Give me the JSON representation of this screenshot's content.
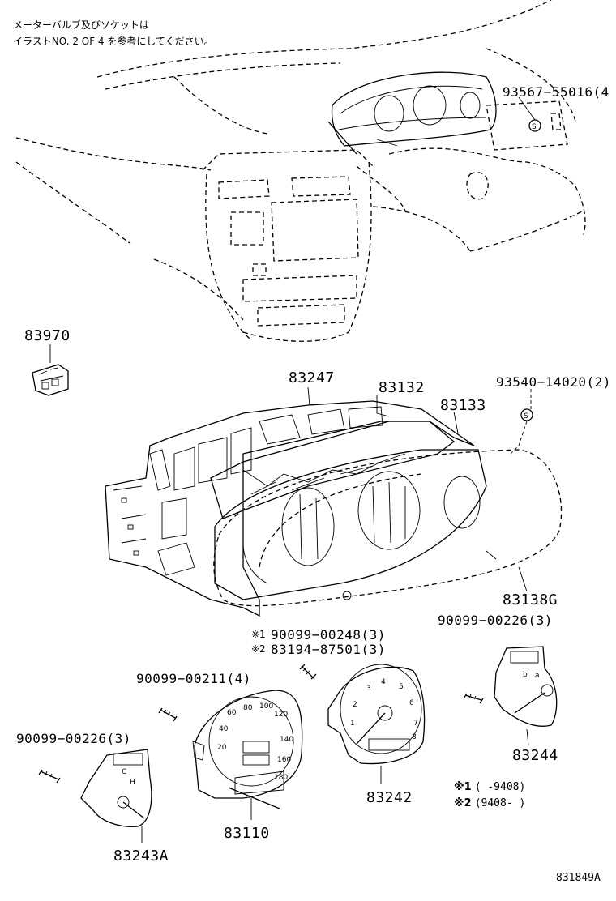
{
  "notes": {
    "line1": "メーターバルブ及びソケットは",
    "line2": "イラストNO. 2 OF 4 を参考にしてください。"
  },
  "parts": {
    "p93567": "93567−55016(4",
    "p83970": "83970",
    "p83247": "83247",
    "p83132": "83132",
    "p93540": "93540−14020(2)",
    "p83133": "83133",
    "p83138G": "83138G",
    "p90099_00248": "90099−00248(3)",
    "p83194": "83194−87501(3)",
    "p90099_00226_right": "90099−00226(3)",
    "p90099_00211": "90099−00211(4)",
    "p90099_00226_left": "90099−00226(3)",
    "p83244": "83244",
    "p83242": "83242",
    "p83110": "83110",
    "p83243A": "83243A"
  },
  "markers": {
    "m1": "※1",
    "m2": "※2",
    "s_symbol": "S"
  },
  "legend": {
    "row1_mark": "※1",
    "row1_range": "(      -9408)",
    "row2_mark": "※2",
    "row2_range": "(9408-      )"
  },
  "footer": {
    "illustration_id": "831849A"
  },
  "icons": [
    "screw-icon",
    "clip-s-icon",
    "socket-icon"
  ]
}
